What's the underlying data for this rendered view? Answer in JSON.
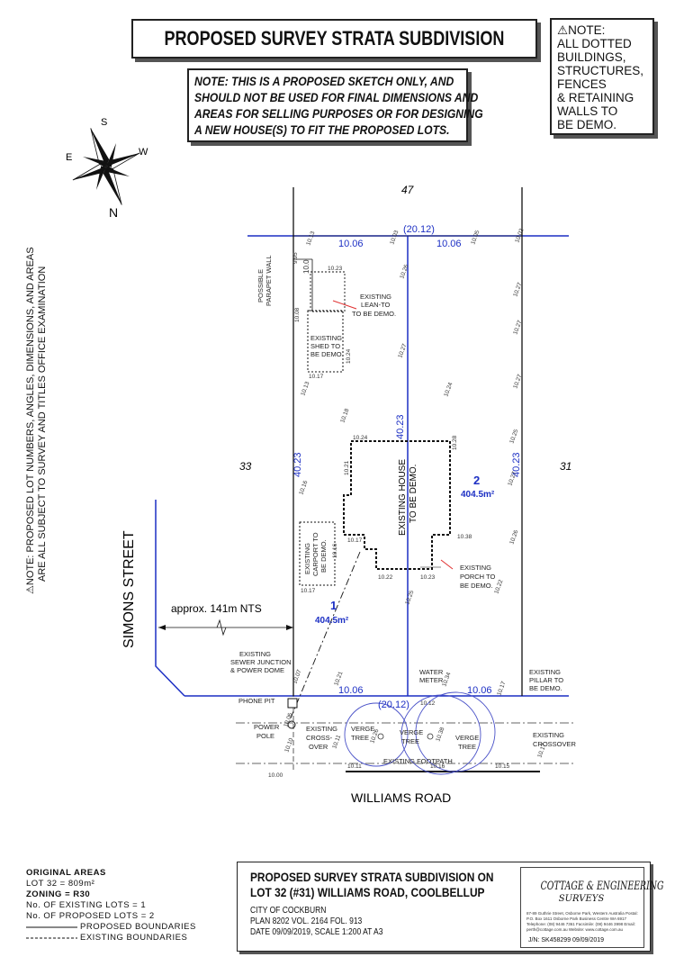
{
  "title": "PROPOSED SURVEY STRATA SUBDIVISION",
  "sketch_note": [
    "NOTE: THIS IS A PROPOSED SKETCH ONLY, AND",
    "SHOULD NOT BE USED FOR FINAL DIMENSIONS AND",
    "AREAS FOR SELLING PURPOSES OR FOR DESIGNING",
    "A NEW HOUSE(S) TO FIT THE PROPOSED LOTS."
  ],
  "demo_note": [
    "NOTE:",
    "ALL DOTTED",
    "BUILDINGS,",
    "STRUCTURES,",
    "FENCES",
    "& RETAINING",
    "WALLS TO",
    "BE DEMO."
  ],
  "side_note": [
    "NOTE:  PROPOSED LOT NUMBERS, ANGLES, DIMENSIONS, AND AREAS",
    "ARE ALL SUBJECT TO SURVEY AND TITLES OFFICE EXAMINATION"
  ],
  "compass": {
    "n": "N",
    "s": "S",
    "e": "E",
    "w": "W"
  },
  "neighbours": {
    "north": "47",
    "west": "33",
    "east": "31"
  },
  "streets": {
    "west": "SIMONS STREET",
    "south": "WILLIAMS ROAD"
  },
  "approx_distance": "approx. 141m NTS",
  "lots": [
    {
      "number": "1",
      "area": "404.5m²"
    },
    {
      "number": "2",
      "area": "404.5m²"
    }
  ],
  "dimensions": {
    "total_frontage": "(20.12)",
    "lot_width": "10.06",
    "lot_depth": "40.23"
  },
  "levels": [
    "10.13",
    "10.03",
    "10.05",
    "10.02",
    "9.95",
    "10.0",
    "10.23",
    "10.26",
    "10.27",
    "10.27",
    "10.08",
    "10.24",
    "10.17",
    "10.27",
    "10.27",
    "10.13",
    "10.24",
    "10.18",
    "10.24",
    "10.25",
    "10.28",
    "10.21",
    "10.16",
    "10.27",
    "10.17",
    "10.16",
    "10.17",
    "10.38",
    "10.26",
    "10.22",
    "10.23",
    "10.25",
    "10.22",
    "10.07",
    "10.21",
    "10.34",
    "10.17",
    "10.06",
    "10.10",
    "10.11",
    "10.26",
    "10.38",
    "10.17",
    "10.00",
    "10.11",
    "10.16",
    "10.15",
    "10.12"
  ],
  "labels": {
    "parapet": [
      "POSSIBLE",
      "PARAPET WALL"
    ],
    "lean_to": [
      "EXISTING",
      "LEAN-TO",
      "TO BE DEMO."
    ],
    "shed": [
      "EXISTING",
      "SHED TO",
      "BE DEMO."
    ],
    "house": [
      "EXISTING HOUSE",
      "TO BE DEMO."
    ],
    "carport": [
      "EXISTING",
      "CARPORT TO",
      "BE DEMO."
    ],
    "porch": [
      "EXISTING",
      "PORCH TO",
      "BE DEMO."
    ],
    "sewer": [
      "EXISTING",
      "SEWER JUNCTION",
      "& POWER DOME"
    ],
    "water_meter": [
      "WATER",
      "METER"
    ],
    "pillar": [
      "EXISTING",
      "PILLAR TO",
      "BE DEMO."
    ],
    "phone_pit": "PHONE PIT",
    "power_pole": [
      "POWER",
      "POLE"
    ],
    "crossover_w": [
      "EXISTING",
      "CROSS-",
      "OVER"
    ],
    "verge_tree_1": [
      "VERGE",
      "TREE"
    ],
    "verge_tree_2": [
      "VERGE",
      "TREE"
    ],
    "verge_tree_3": [
      "VERGE",
      "TREE"
    ],
    "crossover_e": [
      "EXISTING",
      "CROSSOVER"
    ],
    "footpath": "EXISTING FOOTPATH"
  },
  "original_areas": {
    "heading": "ORIGINAL AREAS",
    "lot": "LOT 32 = 809m²",
    "zoning": "ZONING = R30",
    "existing_lots": "No. OF EXISTING LOTS = 1",
    "proposed_lots": "No. OF PROPOSED LOTS = 2",
    "legend_proposed": "PROPOSED BOUNDARIES",
    "legend_existing": "EXISTING BOUNDARIES"
  },
  "title_block": {
    "heading_1": "PROPOSED SURVEY STRATA SUBDIVISION ON",
    "heading_2": "LOT 32 (#31) WILLIAMS ROAD, COOLBELLUP",
    "city": "CITY OF COCKBURN",
    "plan": "PLAN 8202   VOL. 2164   FOL. 913",
    "date": "DATE 09/09/2019,   SCALE 1:200 AT A3",
    "logo_1": "COTTAGE & ENGINEERING",
    "logo_2": "SURVEYS",
    "address": "87-89 Guthrie Street, Osborne Park, Western Australia  Postal: P.O. Box 1611 Osborne Park Business Centre WA 6917  Telephone: (08) 9446 7361  Facsimile: (08) 9446 3998  Email: perth@cottage.com.au  Website: www.cottage.com.au",
    "job": "J/N: SK458299    09/09/2019"
  },
  "colors": {
    "proposed": "#1c2fc4",
    "existing": "#111111",
    "note_red": "#e03030"
  }
}
